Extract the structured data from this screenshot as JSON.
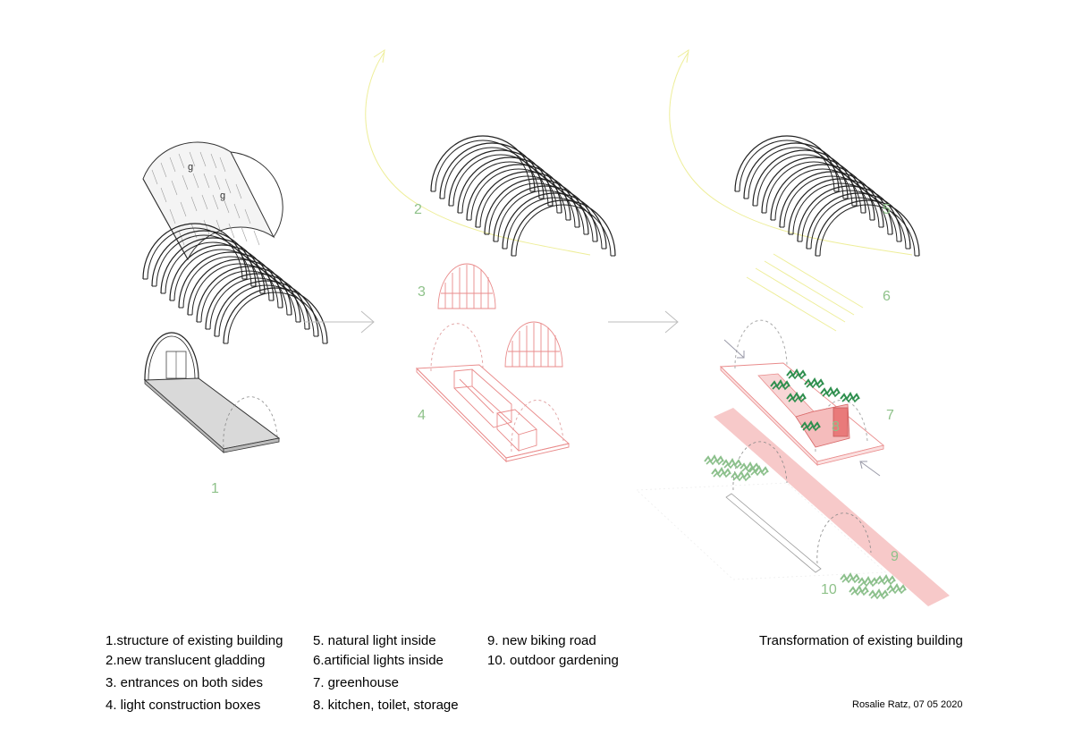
{
  "diagram": {
    "step_numbers": [
      "1",
      "2",
      "3",
      "4",
      "5",
      "6",
      "7",
      "8",
      "9",
      "10"
    ],
    "colors": {
      "structure": "#222222",
      "intervention": "#e98b8b",
      "road_fill": "#f7c9c9",
      "plants": "#2f8f4e",
      "plants_light": "#8cc08c",
      "light_rays": "#f0f0a0",
      "numbers": "#8fc28a",
      "arrows": "#bdbdbd"
    }
  },
  "legend": {
    "col1": [
      "1.structure of existing building",
      "2.new translucent gladding",
      "3. entrances on both sides",
      "4. light construction boxes"
    ],
    "col2": [
      "5. natural light inside",
      "6.artificial lights inside",
      "7. greenhouse",
      "8. kitchen, toilet, storage"
    ],
    "col3": [
      "9. new biking road",
      "10. outdoor gardening"
    ]
  },
  "title": "Transformation of existing building",
  "credit": "Rosalie Ratz, 07 05 2020"
}
